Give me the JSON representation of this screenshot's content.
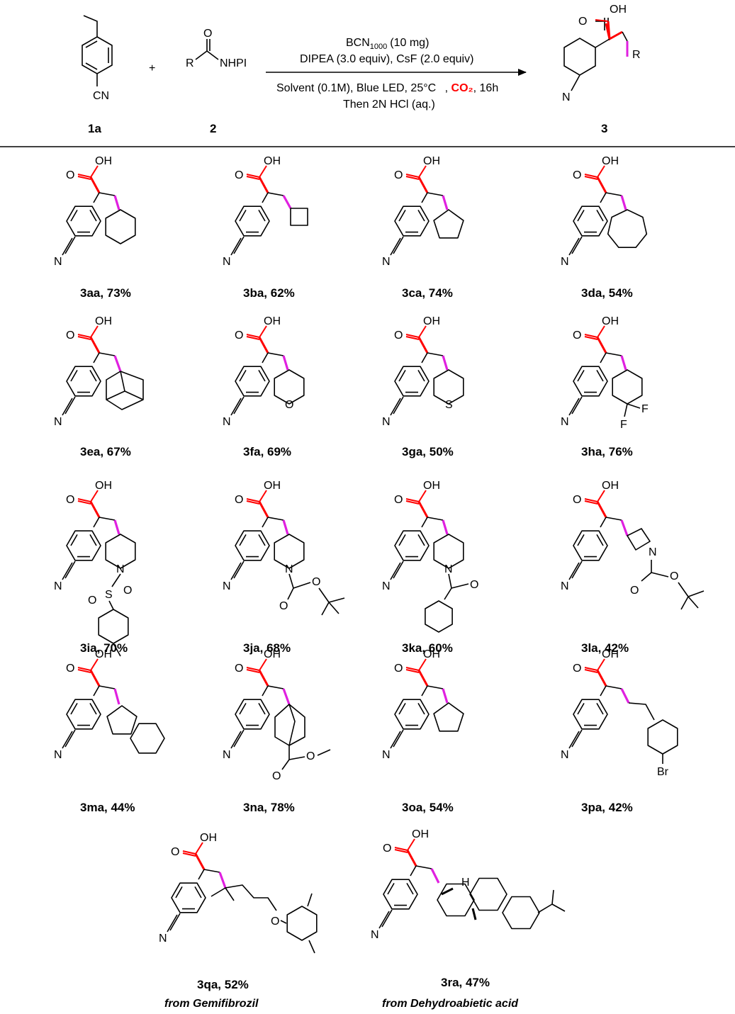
{
  "reaction": {
    "reagent_1": "1a",
    "reagent_2": "2",
    "product": "3",
    "plus": "+",
    "cond_catalyst": "BCN",
    "cond_catalyst_sub": "1000",
    "cond_catalyst_amount": "(10 mg)",
    "cond_bases": "DIPEA (3.0 equiv), CsF (2.0 equiv)",
    "cond_solvent": "Solvent (0.1M), Blue LED, 25",
    "cond_degree": "°C",
    "cond_co2": "CO₂",
    "cond_time": ",  16h",
    "cond_workup": "Then 2N HCl (aq.)"
  },
  "atoms": {
    "cn": "CN",
    "n": "N",
    "o": "O",
    "oh": "OH",
    "r": "R",
    "nhpi": "NHPI",
    "s": "S",
    "f": "F",
    "br": "Br",
    "h": "H"
  },
  "colors": {
    "acid": "#ff0000",
    "alkyl": "#e020e0",
    "line": "#000000"
  },
  "products": [
    {
      "label": "3aa, 73%",
      "r": "cyclohexyl"
    },
    {
      "label": "3ba, 62%",
      "r": "cyclobutyl"
    },
    {
      "label": "3ca, 74%",
      "r": "cyclopentyl"
    },
    {
      "label": "3da, 54%",
      "r": "cycloheptyl"
    },
    {
      "label": "3ea, 67%",
      "r": "adamantyl"
    },
    {
      "label": "3fa, 69%",
      "r": "tetrahydropyranyl"
    },
    {
      "label": "3ga, 50%",
      "r": "tetrahydrothiopyranyl"
    },
    {
      "label": "3ha, 76%",
      "r": "4,4-difluorocyclohexyl"
    },
    {
      "label": "3ia, 70%",
      "r": "N-tosylpiperidinyl"
    },
    {
      "label": "3ja, 68%",
      "r": "N-Boc-piperidinyl"
    },
    {
      "label": "3ka, 60%",
      "r": "N-benzoylpiperidinyl"
    },
    {
      "label": "3la, 42%",
      "r": "N-Boc-azetidinyl"
    },
    {
      "label": "3ma, 44%",
      "r": "indanyl"
    },
    {
      "label": "3na, 78%",
      "r": "bicyclooctane ester"
    },
    {
      "label": "3oa, 54%",
      "r": "cyclopentenyl"
    },
    {
      "label": "3pa, 42%",
      "r": "4-bromophenethyl"
    },
    {
      "label": "3qa, 52%",
      "r": "gemfibrozil",
      "note": "from Gemifibrozil"
    },
    {
      "label": "3ra, 47%",
      "r": "dehydroabietyl",
      "note": "from Dehydroabietic acid"
    }
  ]
}
